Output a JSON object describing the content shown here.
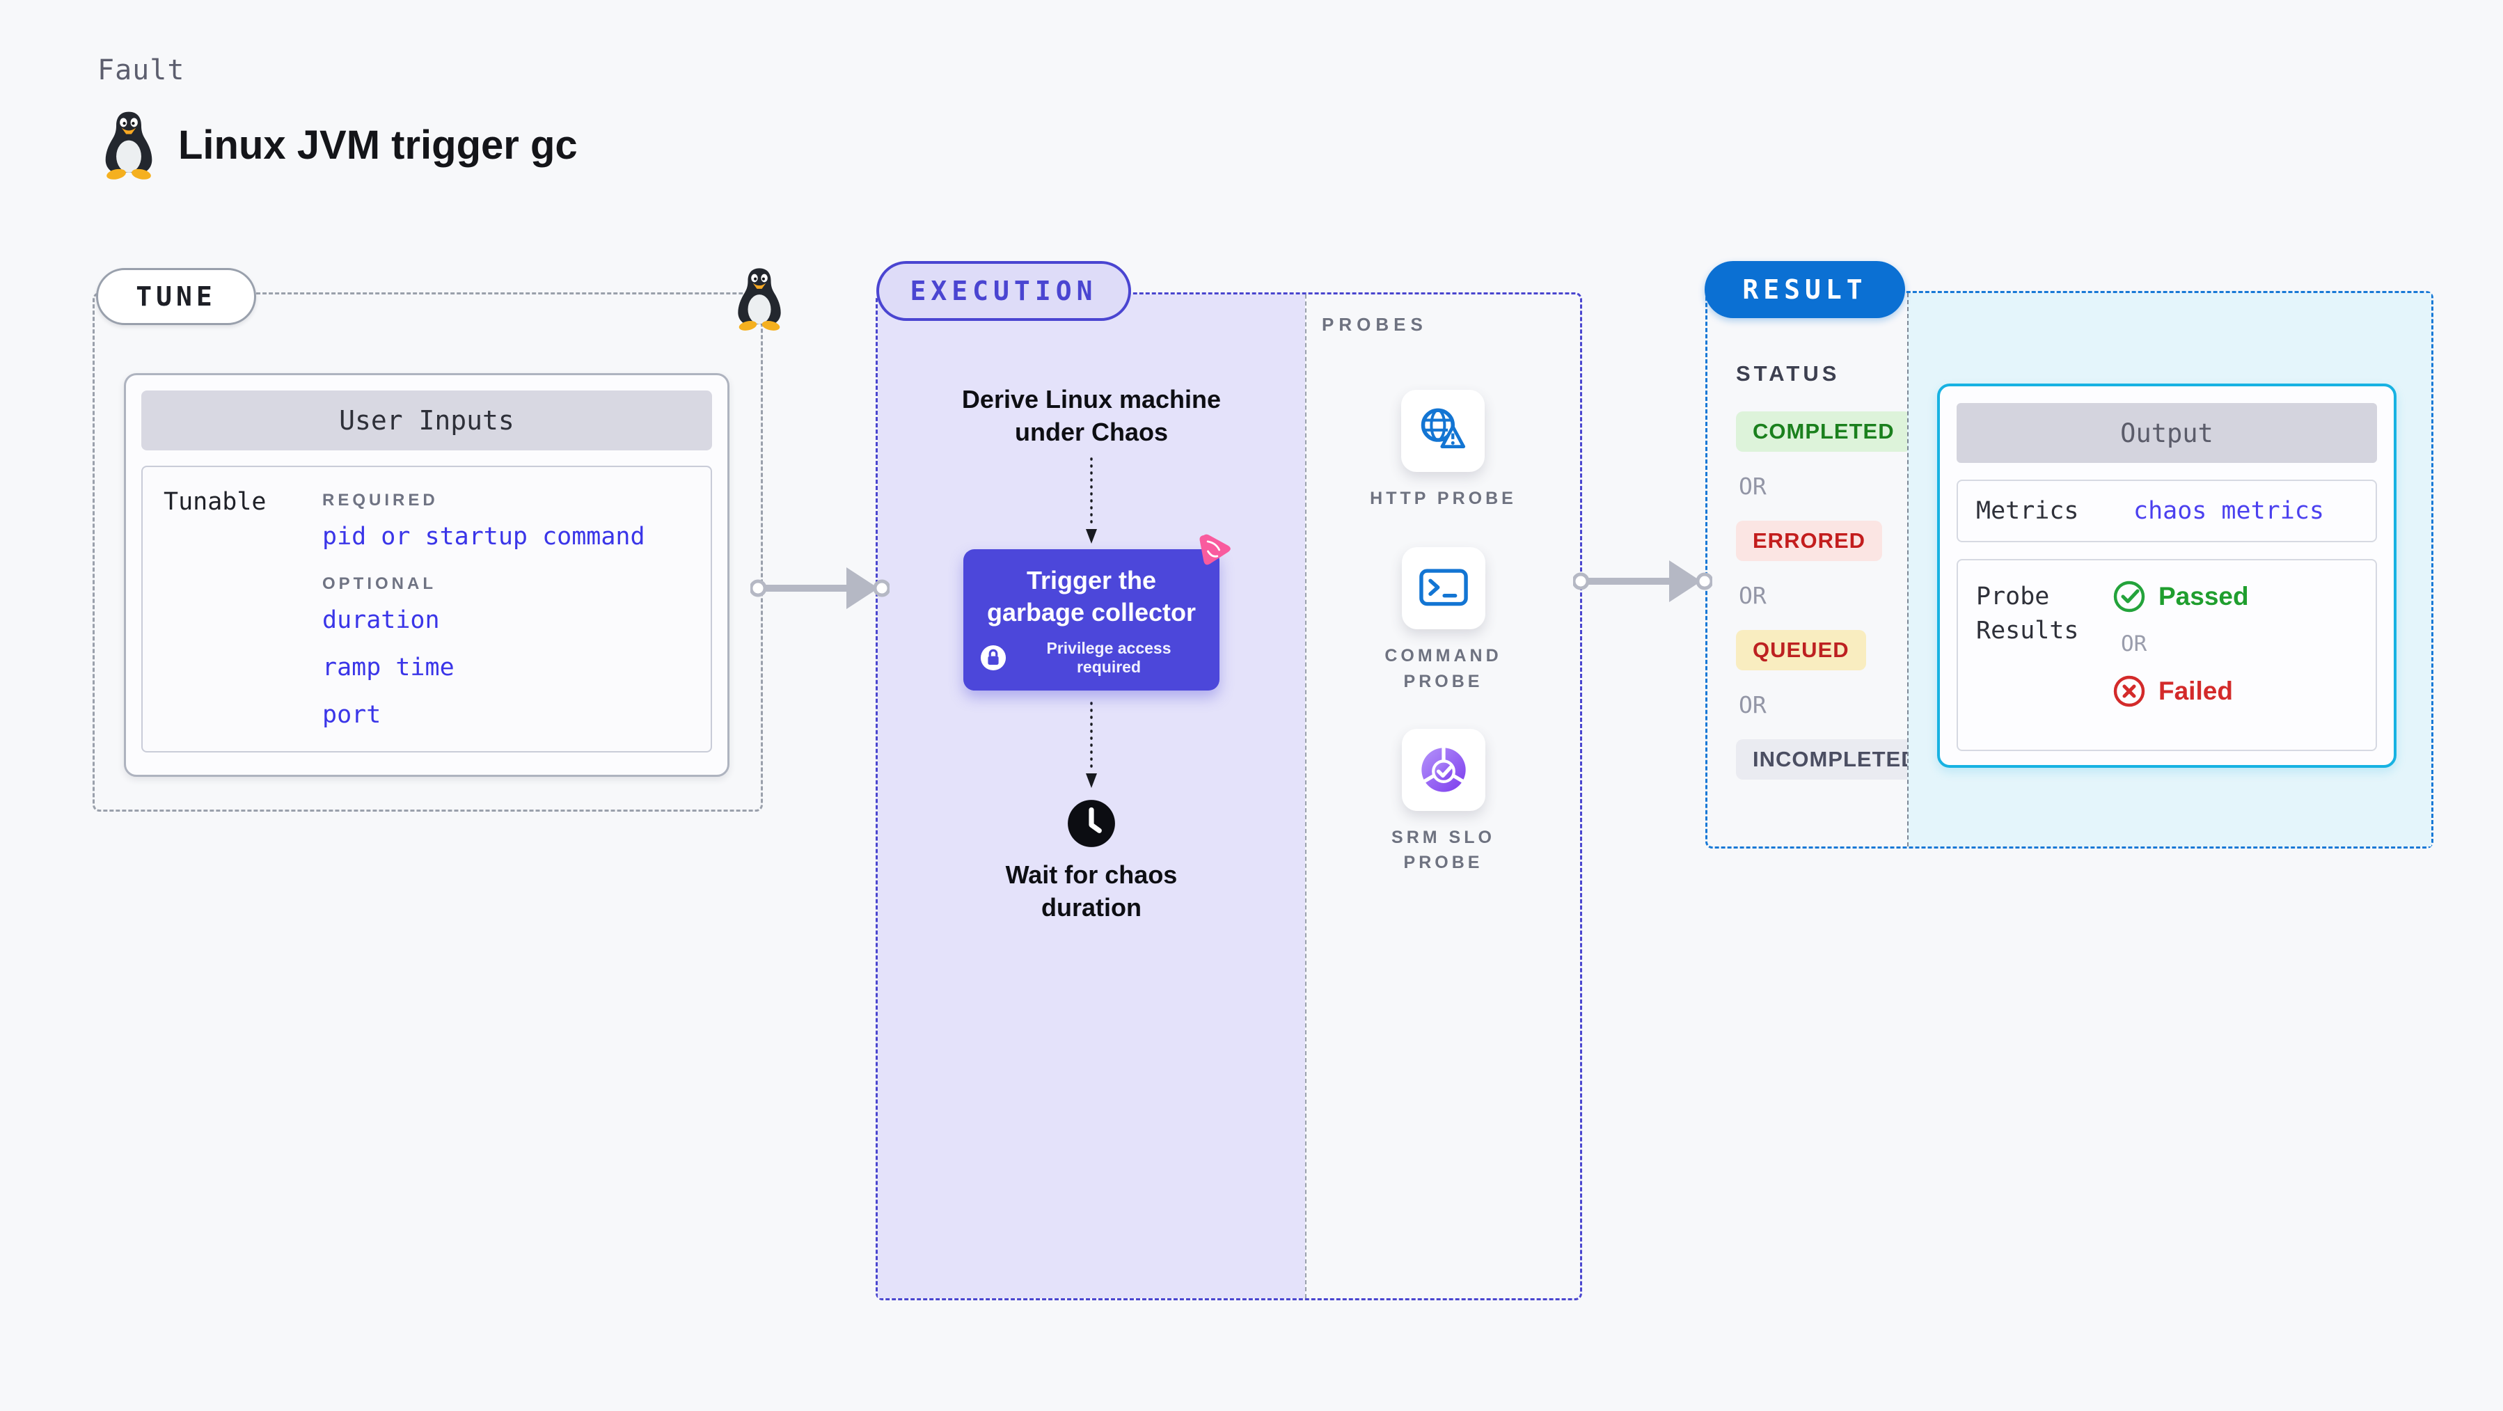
{
  "header": {
    "kicker": "Fault",
    "title": "Linux JVM trigger gc",
    "icon": "linux-penguin-icon"
  },
  "tune": {
    "pill": "TUNE",
    "corner_icon": "linux-penguin-icon",
    "user_inputs": {
      "header": "User Inputs",
      "row_label": "Tunable",
      "required_label": "REQUIRED",
      "required_items": [
        "pid or startup command"
      ],
      "optional_label": "OPTIONAL",
      "optional_items": [
        "duration",
        "ramp time",
        "port"
      ]
    }
  },
  "execution": {
    "pill": "EXECUTION",
    "derive_text": "Derive Linux machine under Chaos",
    "trigger": {
      "label": "Trigger the garbage collector",
      "privilege_note": "Privilege access required",
      "lock_icon": "lock-icon",
      "corner_icon": "chaos-arrow-icon"
    },
    "wait": {
      "label": "Wait for chaos duration",
      "icon": "clock-icon"
    },
    "probes": {
      "label": "PROBES",
      "items": [
        {
          "label": "HTTP PROBE",
          "icon": "globe-warning-icon"
        },
        {
          "label": "COMMAND PROBE",
          "icon": "terminal-icon"
        },
        {
          "label": "SRM SLO PROBE",
          "icon": "slo-gauge-icon"
        }
      ]
    }
  },
  "result": {
    "pill": "RESULT",
    "status_label": "STATUS",
    "or_label": "OR",
    "statuses": [
      {
        "label": "COMPLETED",
        "bg": "#ddf3da",
        "fg": "#1a801d"
      },
      {
        "label": "ERRORED",
        "bg": "#fbe5e3",
        "fg": "#c31d1d"
      },
      {
        "label": "QUEUED",
        "bg": "#f9edc0",
        "fg": "#bd2121"
      },
      {
        "label": "INCOMPLETED",
        "bg": "#eaebf1",
        "fg": "#4b4e62"
      }
    ],
    "output": {
      "header": "Output",
      "metrics_label": "Metrics",
      "metrics_value": "chaos metrics",
      "probe_results_label": "Probe Results",
      "passed_label": "Passed",
      "or_label": "OR",
      "failed_label": "Failed",
      "passed_icon": "check-circle-icon",
      "failed_icon": "x-circle-icon"
    }
  },
  "colors": {
    "page_bg": "#f7f8fa",
    "indigo": "#4a45d1",
    "lavender_panel": "#e4e2fa",
    "button_indigo": "#4c47da",
    "pink": "#f95b9e",
    "probe_blue": "#1375d3",
    "srm_purple": "#7c3bed",
    "result_blue": "#0b70d3",
    "cyan_border": "#17b2e2",
    "cyan_panel": "#e4f5fb",
    "link_blue": "#3a35e8",
    "passed_green": "#1f9e2e",
    "failed_red": "#d32a2a",
    "arrow_gray": "#b5b8c4"
  }
}
